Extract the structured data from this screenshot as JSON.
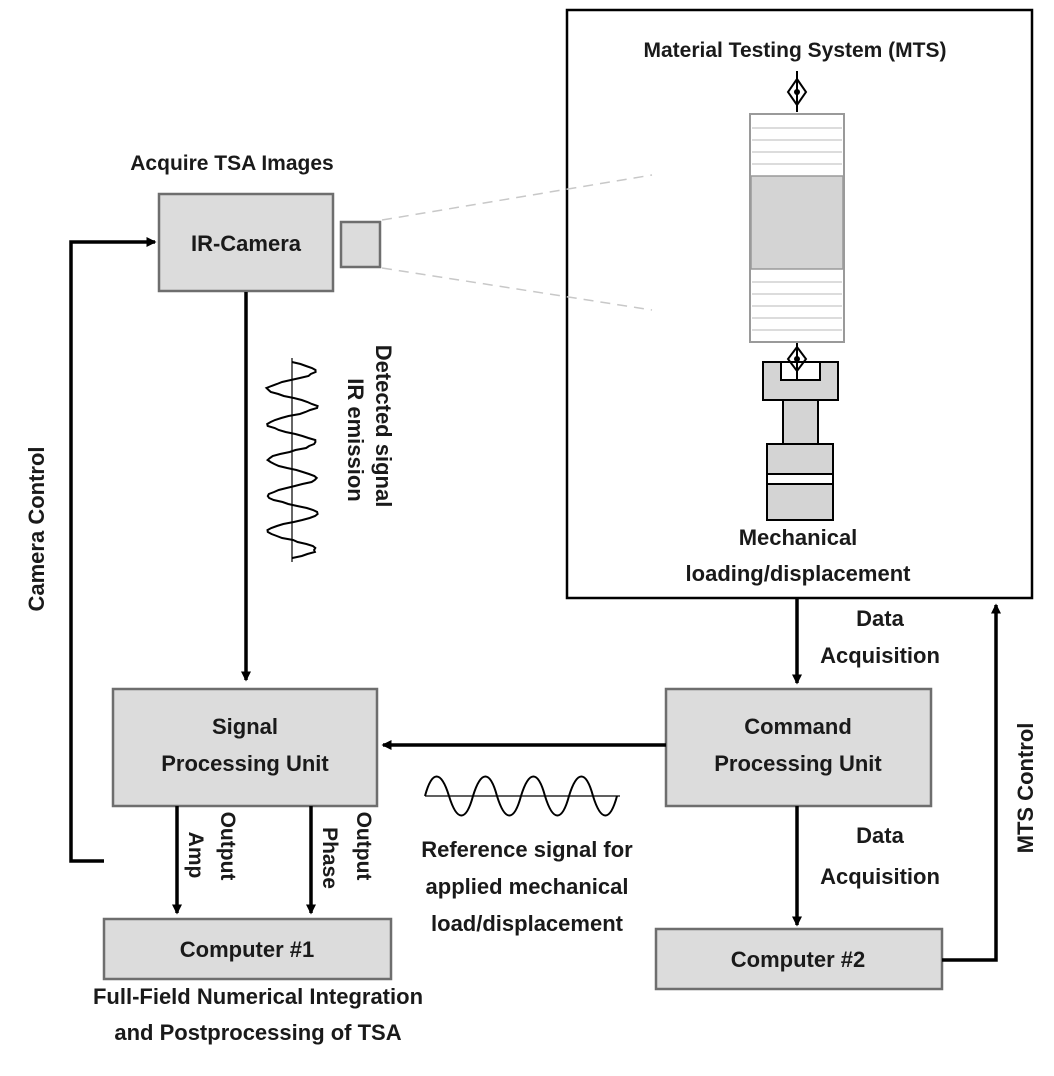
{
  "labels": {
    "mts_title": "Material Testing System (MTS)",
    "acquire": "Acquire TSA Images",
    "ir_camera": "IR-Camera",
    "ir_emission": "IR emission",
    "detected_signal": "Detected signal",
    "mechanical_1": "Mechanical",
    "mechanical_2": "loading/displacement",
    "data_acq_top_1": "Data",
    "data_acq_top_2": "Acquisition",
    "signal_unit_1": "Signal",
    "signal_unit_2": "Processing Unit",
    "command_unit_1": "Command",
    "command_unit_2": "Processing Unit",
    "camera_control": "Camera Control",
    "mts_control": "MTS Control",
    "amp": "Amp",
    "amp_output": "Output",
    "phase": "Phase",
    "phase_output": "Output",
    "reference_1": "Reference signal for",
    "reference_2": "applied mechanical",
    "reference_3": "load/displacement",
    "data_acq_bot_1": "Data",
    "data_acq_bot_2": "Acquisition",
    "computer1": "Computer #1",
    "computer2": "Computer #2",
    "bottom_1": "Full-Field Numerical Integration",
    "bottom_2": "and Postprocessing of TSA"
  },
  "colors": {
    "box_fill": "#dcdcdc",
    "box_stroke": "#6e6e6e",
    "line": "#000000",
    "text": "#1a1a1a"
  }
}
